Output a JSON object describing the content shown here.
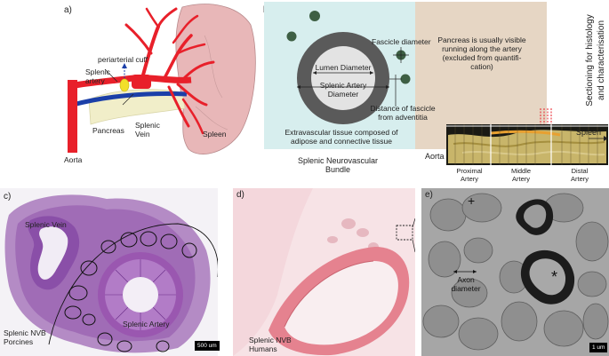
{
  "panels": {
    "a": {
      "tag": "a)",
      "labels": {
        "periarterial_cuff": "periarterial cuff",
        "splenic_artery": "Splenic\nartery",
        "pancreas": "Pancreas",
        "splenic_vein": "Splenic\nVein",
        "spleen": "Spleen",
        "aorta": "Aorta"
      }
    },
    "b": {
      "tag": "b)",
      "fascicle_diameter": "Fascicle diameter",
      "lumen_diameter": "Lumen Diameter",
      "splenic_artery_diameter": "Splenic Artery\nDiameter",
      "distance_fascicle": "Distance of fascicle\nfrom adventitia",
      "extravascular": "Extravascular tissue composed of\nadipose and connective tissue",
      "bundle_caption": "Splenic Neurovascular\nBundle",
      "pancreas_note": "Pancreas is usually visible\nrunning along the artery\n(excluded from quantifi-\ncation)",
      "sectioning": "Sectioning for histology\nand characterisation",
      "aorta": "Aorta",
      "spleen": "Spleen",
      "segments": [
        "Proximal\nArtery",
        "Middle\nArtery",
        "Distal\nArtery"
      ]
    },
    "c": {
      "tag": "c)",
      "splenic_vein": "Splenic Vein",
      "splenic_artery": "Splenic Artery",
      "caption": "Splenic NVB\nPorcines",
      "scale": "500 um"
    },
    "d": {
      "tag": "d)",
      "caption": "Splenic NVB\nHumans"
    },
    "e": {
      "tag": "e)",
      "plus": "+",
      "axon_diameter": "Axon\ndiameter",
      "star": "*",
      "scale": "1 um"
    }
  },
  "colors": {
    "artery": "#e8202a",
    "vein": "#1b3fa8",
    "pancreas": "#f1eec9",
    "spleen": "#e8b7b8",
    "cuff": "#f2df2a",
    "bundle_bg": "#d7eeee",
    "pancreas_bg": "#e6d6c4",
    "ring": "#5a5a5a",
    "lumen": "#e3e3e3",
    "fascicle": "#3e5f44"
  }
}
